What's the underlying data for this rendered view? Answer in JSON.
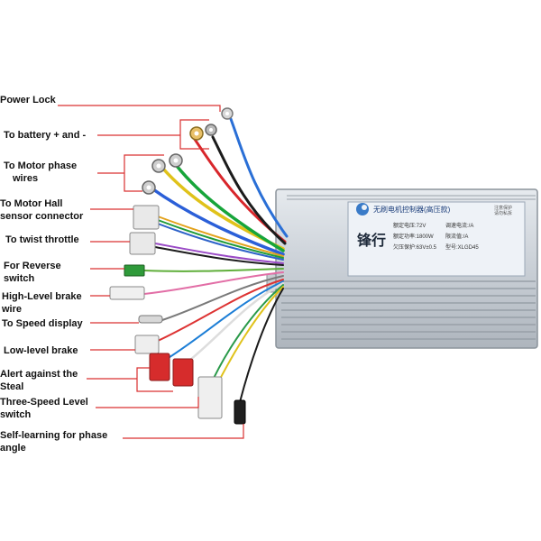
{
  "labels": {
    "power_lock": "Power Lock",
    "battery": "To battery + and -",
    "motor_phase_1": "To Motor phase",
    "motor_phase_2": "wires",
    "hall_1": "To Motor Hall",
    "hall_2": "sensor connector",
    "throttle": "To twist throttle",
    "reverse_1": "For Reverse",
    "reverse_2": "switch",
    "high_brake_1": "High-Level brake",
    "high_brake_2": "wire",
    "speed_display": "To Speed display",
    "low_brake": "Low-level brake",
    "alert_1": "Alert against the",
    "alert_2": "Steal",
    "three_speed_1": "Three-Speed Level",
    "three_speed_2": "switch",
    "self_learning_1": "Self-learning for phase",
    "self_learning_2": "angle"
  },
  "device_label": {
    "title": "无刷电机控制器(高压款)",
    "side_note_1": "注意保护",
    "side_note_2": "请勿私拆",
    "brand": "锋行",
    "spec_1": "额定电压:72V",
    "spec_2": "额定功率:1800W",
    "spec_3": "欠压保护:63V±0.5",
    "spec_4": "调速电流:/A",
    "spec_5": "限流值:/A",
    "model": "型号:XLGD45"
  },
  "colors": {
    "leader_line": "#d93030",
    "case_body": "#cfd6dd",
    "label_sticker": "#eef2f7"
  }
}
